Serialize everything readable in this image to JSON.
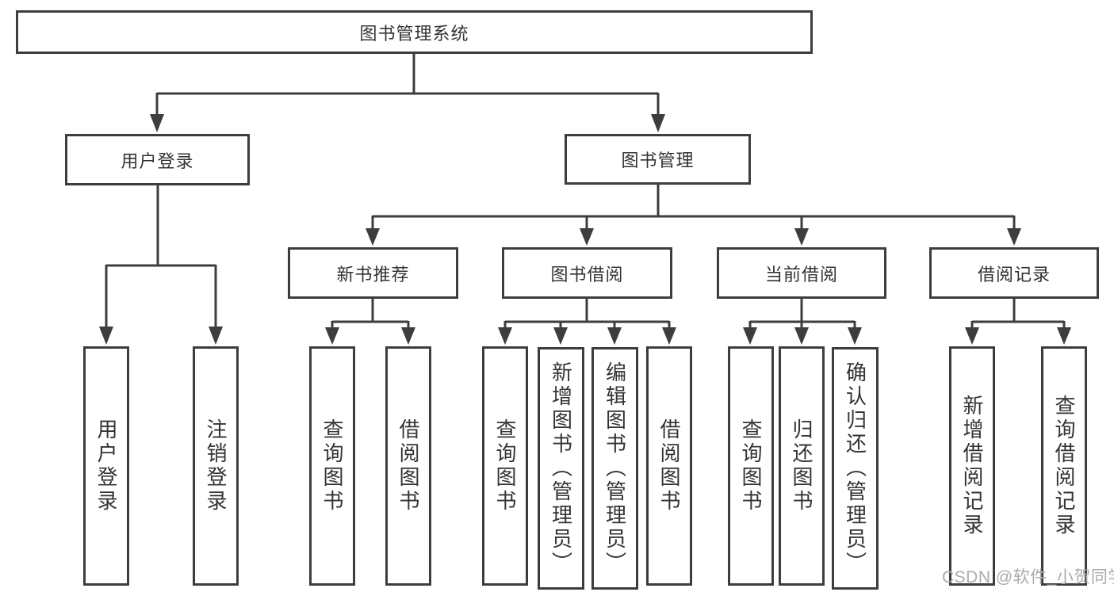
{
  "tree": {
    "label": "图书管理系统",
    "children": [
      {
        "label": "用户登录",
        "children": [
          {
            "label": "用户登录"
          },
          {
            "label": "注销登录"
          }
        ]
      },
      {
        "label": "图书管理",
        "children": [
          {
            "label": "新书推荐",
            "children": [
              {
                "label": "查询图书"
              },
              {
                "label": "借阅图书"
              }
            ]
          },
          {
            "label": "图书借阅",
            "children": [
              {
                "label": "查询图书"
              },
              {
                "label": "新增图书（管理员）"
              },
              {
                "label": "编辑图书（管理员）"
              },
              {
                "label": "借阅图书"
              }
            ]
          },
          {
            "label": "当前借阅",
            "children": [
              {
                "label": "查询图书"
              },
              {
                "label": "归还图书"
              },
              {
                "label": "确认归还（管理员）"
              }
            ]
          },
          {
            "label": "借阅记录",
            "children": [
              {
                "label": "新增借阅记录"
              },
              {
                "label": "查询借阅记录"
              }
            ]
          }
        ]
      }
    ]
  },
  "watermark": {
    "text": "CSDN @软件_小贺同学"
  },
  "colors": {
    "line": "#3d3d3d",
    "text": "#333333",
    "background": "#ffffff",
    "watermark": "#ababab"
  }
}
